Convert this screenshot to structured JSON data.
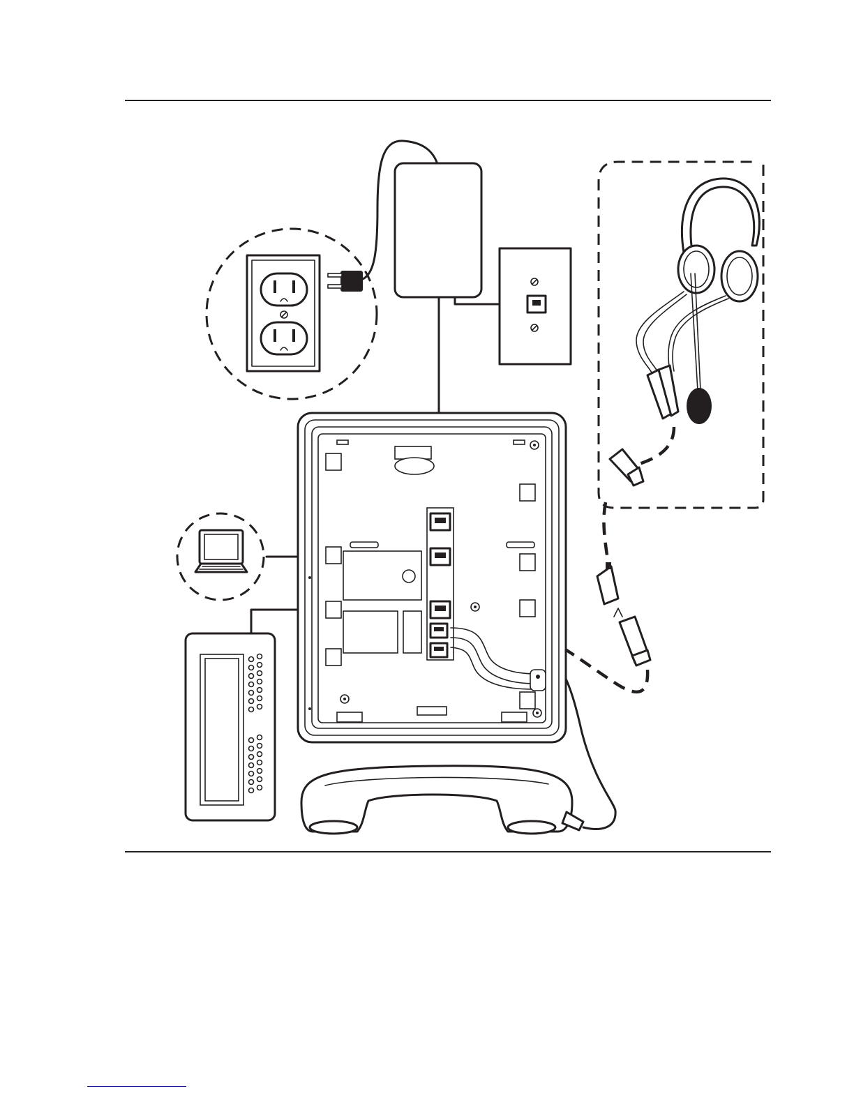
{
  "figure": {
    "type": "connection-diagram",
    "colors": {
      "line": "#231f20",
      "background": "#ffffff",
      "footnote_rule": "#1a1a9c"
    },
    "components": [
      {
        "id": "power-adapter",
        "icon": "power-adapter-icon"
      },
      {
        "id": "ac-outlet",
        "icon": "outlet-icon"
      },
      {
        "id": "wall-jack",
        "icon": "wall-jack-icon"
      },
      {
        "id": "phone-base",
        "icon": "phone-base-icon"
      },
      {
        "id": "pc",
        "icon": "computer-icon"
      },
      {
        "id": "expansion-module",
        "icon": "expansion-module-icon"
      },
      {
        "id": "handset",
        "icon": "handset-icon"
      },
      {
        "id": "headset",
        "icon": "headset-icon"
      }
    ]
  }
}
